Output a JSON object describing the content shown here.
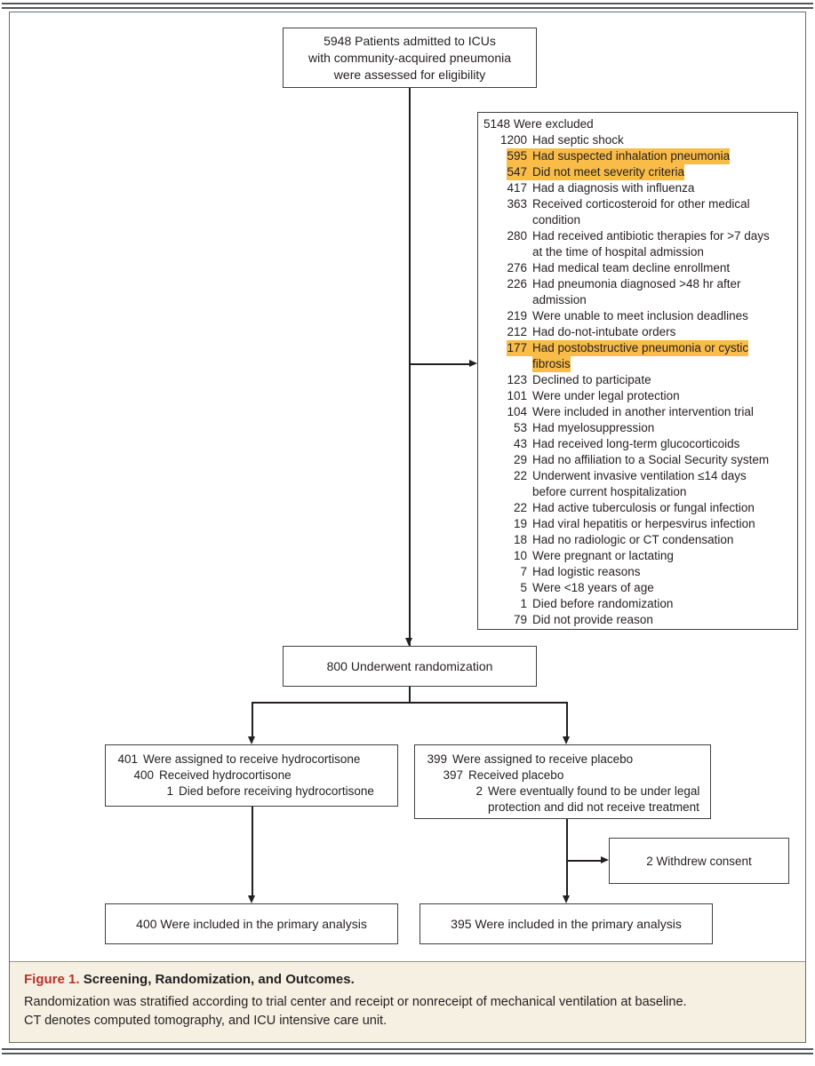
{
  "colors": {
    "highlight": "#F9BC49",
    "figure_label_red": "#B5342C",
    "caption_bg": "#F6F0E3",
    "line_color": "#231F20"
  },
  "flow": {
    "assessed_box": {
      "lines": [
        "5948 Patients admitted to ICUs",
        "with community-acquired pneumonia",
        "were assessed for eligibility"
      ]
    },
    "excluded_box": {
      "header": {
        "n": "5148",
        "text": "Were excluded"
      },
      "items": [
        {
          "n": "1200",
          "lines": [
            "Had septic shock"
          ],
          "hl": false
        },
        {
          "n": "595",
          "lines": [
            "Had suspected inhalation pneumonia"
          ],
          "hl": true
        },
        {
          "n": "547",
          "lines": [
            "Did not meet severity criteria"
          ],
          "hl": true
        },
        {
          "n": "417",
          "lines": [
            "Had a diagnosis with influenza"
          ],
          "hl": false
        },
        {
          "n": "363",
          "lines": [
            "Received corticosteroid for other medical",
            "condition"
          ],
          "hl": false
        },
        {
          "n": "280",
          "lines": [
            "Had received antibiotic therapies for >7 days",
            "at the time of hospital admission"
          ],
          "hl": false
        },
        {
          "n": "276",
          "lines": [
            "Had medical team decline enrollment"
          ],
          "hl": false
        },
        {
          "n": "226",
          "lines": [
            "Had pneumonia diagnosed >48 hr after",
            "admission"
          ],
          "hl": false
        },
        {
          "n": "219",
          "lines": [
            "Were unable to meet inclusion deadlines"
          ],
          "hl": false
        },
        {
          "n": "212",
          "lines": [
            "Had do-not-intubate orders"
          ],
          "hl": false
        },
        {
          "n": "177",
          "lines": [
            "Had postobstructive pneumonia or cystic",
            "fibrosis"
          ],
          "hl": true
        },
        {
          "n": "123",
          "lines": [
            "Declined to participate"
          ],
          "hl": false
        },
        {
          "n": "101",
          "lines": [
            "Were under legal protection"
          ],
          "hl": false
        },
        {
          "n": "104",
          "lines": [
            "Were included in another intervention trial"
          ],
          "hl": false
        },
        {
          "n": "53",
          "lines": [
            "Had myelosuppression"
          ],
          "hl": false
        },
        {
          "n": "43",
          "lines": [
            "Had received long-term glucocorticoids"
          ],
          "hl": false
        },
        {
          "n": "29",
          "lines": [
            "Had no affiliation to a Social Security system"
          ],
          "hl": false
        },
        {
          "n": "22",
          "lines": [
            "Underwent invasive ventilation ≤14 days",
            "before current hospitalization"
          ],
          "hl": false
        },
        {
          "n": "22",
          "lines": [
            "Had active tuberculosis or fungal infection"
          ],
          "hl": false
        },
        {
          "n": "19",
          "lines": [
            "Had viral hepatitis or herpesvirus infection"
          ],
          "hl": false
        },
        {
          "n": "18",
          "lines": [
            "Had no radiologic or CT condensation"
          ],
          "hl": false
        },
        {
          "n": "10",
          "lines": [
            "Were pregnant or lactating"
          ],
          "hl": false
        },
        {
          "n": "7",
          "lines": [
            "Had logistic reasons"
          ],
          "hl": false
        },
        {
          "n": "5",
          "lines": [
            "Were <18 years of age"
          ],
          "hl": false
        },
        {
          "n": "1",
          "lines": [
            "Died before randomization"
          ],
          "hl": false
        },
        {
          "n": "79",
          "lines": [
            "Did not provide reason"
          ],
          "hl": false
        }
      ]
    },
    "randomized_box": {
      "text": "800 Underwent randomization"
    },
    "hydrocortisone_box": {
      "rows": [
        {
          "indent": 0,
          "n": "401",
          "lines": [
            "Were assigned to receive hydrocortisone"
          ]
        },
        {
          "indent": 1,
          "n": "400",
          "lines": [
            "Received hydrocortisone"
          ]
        },
        {
          "indent": 2,
          "n": "1",
          "lines": [
            "Died before receiving hydrocortisone"
          ]
        }
      ]
    },
    "placebo_box": {
      "rows": [
        {
          "indent": 0,
          "n": "399",
          "lines": [
            "Were assigned to receive placebo"
          ]
        },
        {
          "indent": 1,
          "n": "397",
          "lines": [
            "Received placebo"
          ]
        },
        {
          "indent": 2,
          "n": "2",
          "lines": [
            "Were eventually found to be under legal",
            "protection and did not receive treatment"
          ]
        }
      ]
    },
    "withdrew_box": {
      "text": "2 Withdrew consent"
    },
    "primary_left_box": {
      "text": "400 Were included in the primary analysis"
    },
    "primary_right_box": {
      "text": "395 Were included in the primary analysis"
    }
  },
  "caption": {
    "label": "Figure 1.",
    "title": "Screening, Randomization, and Outcomes.",
    "body_lines": [
      "Randomization was stratified according to trial center and receipt or nonreceipt of mechanical ventilation at baseline.",
      "CT denotes computed tomography, and ICU intensive care unit."
    ]
  }
}
